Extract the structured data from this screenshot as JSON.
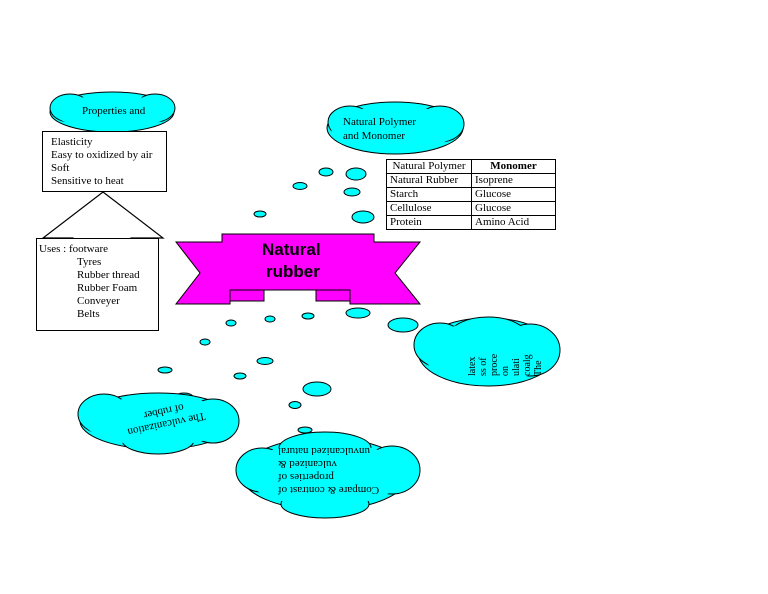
{
  "colors": {
    "cloud": "#00ffff",
    "banner": "#ff00ff",
    "outline": "#000000"
  },
  "properties": {
    "cloud_label": "Properties and",
    "items": [
      "Elasticity",
      "Easy to oxidized by air",
      "Soft",
      "Sensitive to heat"
    ]
  },
  "uses": {
    "title": "Uses : footware",
    "items": [
      "Tyres",
      "Rubber thread",
      "Rubber Foam",
      "Conveyer",
      "Belts"
    ]
  },
  "center": {
    "line1": "Natural",
    "line2": "rubber"
  },
  "polymer": {
    "cloud_line1": "Natural Polymer",
    "cloud_line2": "and Monomer",
    "headers": [
      "Natural Polymer",
      "Monomer"
    ],
    "rows": [
      [
        "Natural Rubber",
        "Isoprene"
      ],
      [
        "Starch",
        "Glucose"
      ],
      [
        "Cellulose",
        "Glucose"
      ],
      [
        "Protein",
        "Amino Acid"
      ]
    ]
  },
  "coagulation": {
    "lines": [
      "The",
      "coalg",
      "ulati",
      "on",
      "proce",
      "ss of",
      "latex"
    ]
  },
  "vulcanization": {
    "lines": [
      "The vulcanization",
      "of rubber"
    ]
  },
  "compare": {
    "lines": [
      "Compare & contrast of",
      "properties of",
      "vulcanized &",
      "unvulcanized natural"
    ]
  }
}
